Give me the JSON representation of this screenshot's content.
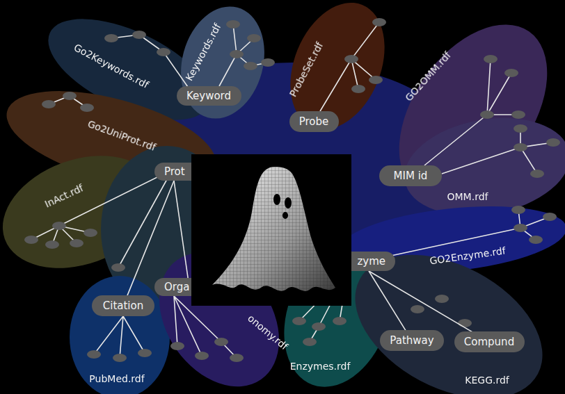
{
  "diagram": {
    "nodes": [
      {
        "text": [
          "Keyword"
        ]
      },
      {
        "text": [
          "Probe"
        ]
      },
      {
        "text": [
          "Prot"
        ]
      },
      {
        "text": [
          "MIM id"
        ]
      },
      {
        "text": [
          "zyme"
        ]
      },
      {
        "text": [
          "Orga"
        ]
      },
      {
        "text": [
          "Citation"
        ]
      },
      {
        "text": [
          "Pathway"
        ]
      },
      {
        "text": [
          "Compund"
        ]
      }
    ],
    "edges": [
      {
        "from": 2,
        "to": 5,
        "arrow": "none"
      },
      {
        "from": 2,
        "to": 6,
        "arrow": "none"
      },
      {
        "from": 4,
        "to": 7,
        "arrow": "none"
      },
      {
        "from": 4,
        "to": 8,
        "arrow": "none"
      }
    ],
    "labels": [
      "Go2Keywords.rdf",
      "Keywords.rdf",
      "ProbeSet.rdf",
      "GO2OMM.rdf",
      "Go2UniProt.rdf",
      "OMM.rdf",
      "InAct.rdf",
      "onomy.rdf",
      "GO2Enzyme.rdf",
      "PubMed.rdf",
      "Enzymes.rdf",
      "KEGG.rdf"
    ]
  }
}
